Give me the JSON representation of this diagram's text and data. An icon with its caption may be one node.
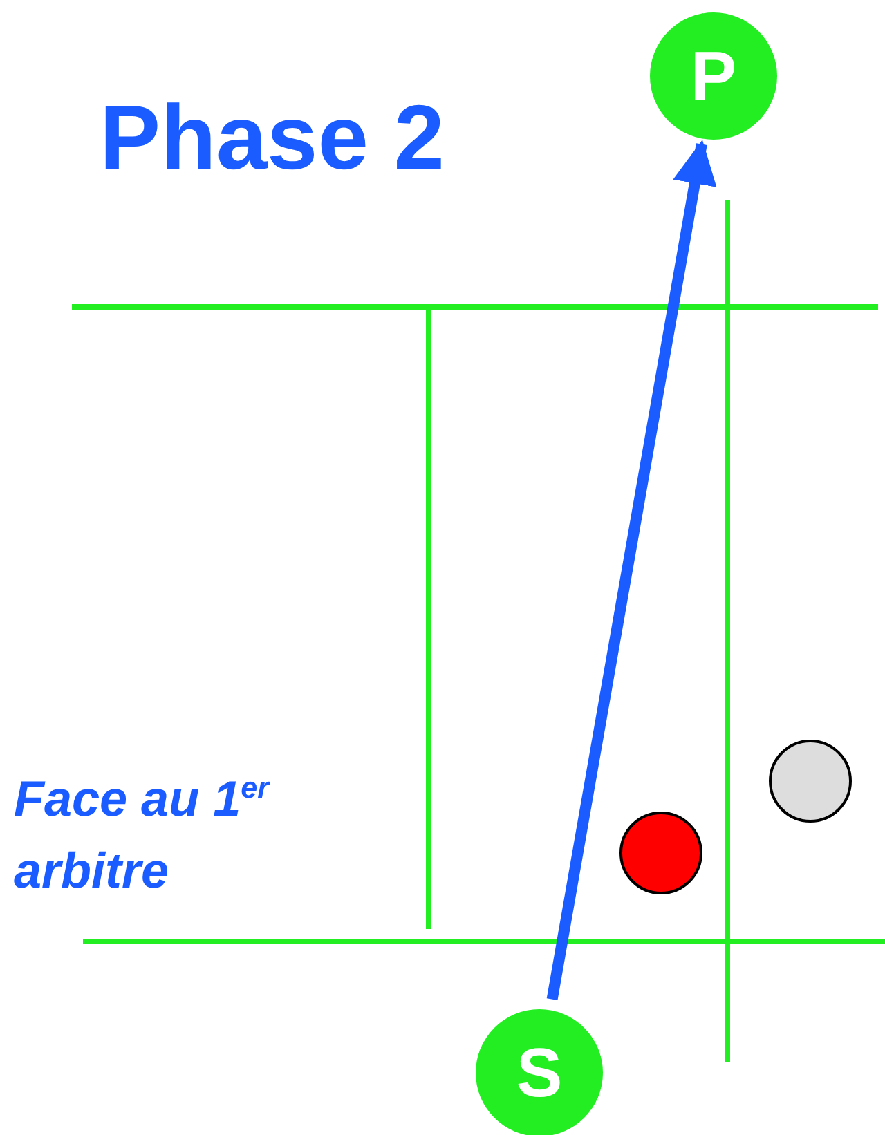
{
  "diagram": {
    "title": "Phase 2",
    "nodes": [
      {
        "text": [
          "P"
        ]
      },
      {
        "text": [],
        "shape": "circle"
      },
      {
        "text": [],
        "shape": "circle"
      },
      {
        "text": [
          "S"
        ]
      }
    ],
    "edges": [
      {
        "from": 3,
        "to": 0,
        "arrow": "to"
      }
    ],
    "labels": [
      "Face au 1$^{er}$ arbitre"
    ]
  }
}
